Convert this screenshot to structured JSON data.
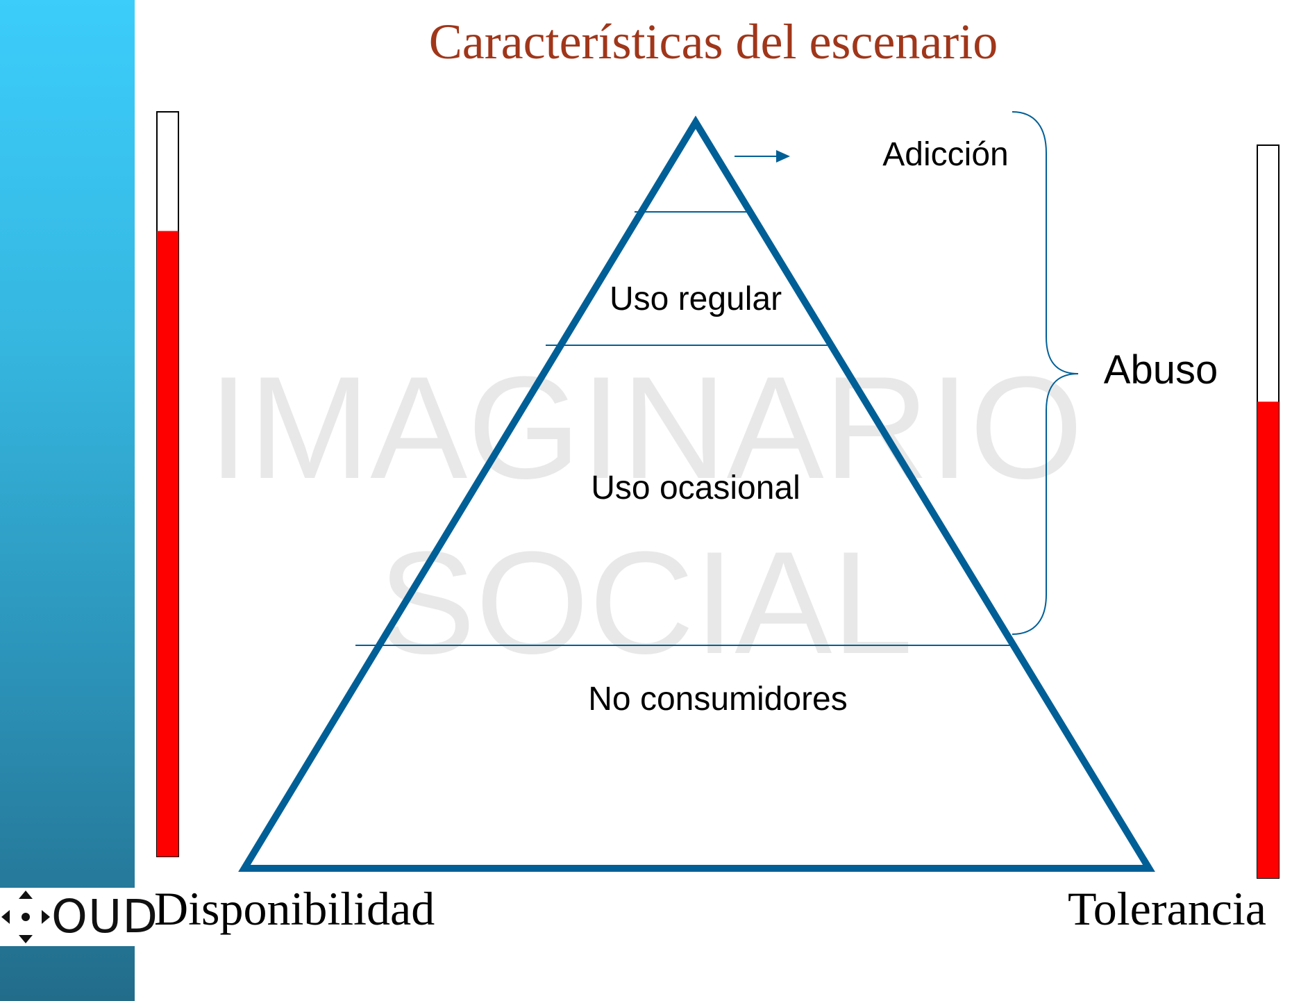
{
  "title": "Características del escenario",
  "watermark": {
    "line1": "IMAGINARIO",
    "line2": "SOCIAL"
  },
  "pyramid": {
    "levels": [
      {
        "label": "Adicción"
      },
      {
        "label": "Uso regular"
      },
      {
        "label": "Uso ocasional"
      },
      {
        "label": "No consumidores"
      }
    ],
    "bracket_label": "Abuso"
  },
  "axes": {
    "left_label": "Disponibilidad",
    "right_label": "Tolerancia"
  },
  "bars": {
    "left_red_fraction": 0.84,
    "right_red_fraction": 0.65
  },
  "logo": {
    "text": "OUD"
  },
  "colors": {
    "pyramid": "#005f96",
    "title": "#a0361a",
    "bar_fill": "#ff0000",
    "sidebar_top": "#3ccdfb",
    "sidebar_bottom": "#226c8a"
  },
  "icons": [
    "arrow-right-icon",
    "curly-brace-icon",
    "diamond-arrows-icon"
  ]
}
